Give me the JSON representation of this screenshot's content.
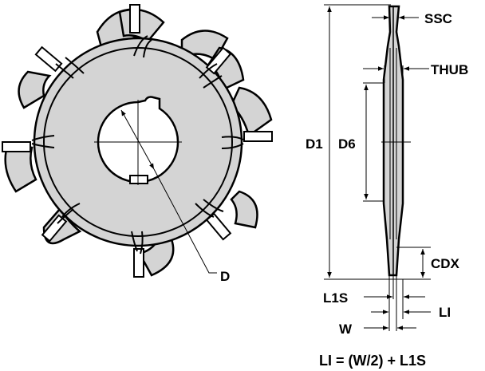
{
  "diagram": {
    "type": "technical-drawing",
    "subject": "Side-and-face milling cutter with indexable inserts",
    "front_view": {
      "insert_count": 8,
      "labels": {
        "diameter": "D"
      }
    },
    "side_view": {
      "labels": {
        "ssc": "SSC",
        "thub": "THUB",
        "d1": "D1",
        "d6": "D6",
        "cdx": "CDX",
        "l1s": "L1S",
        "li": "LI",
        "w": "W"
      }
    },
    "formula": "LI = (W/2) + L1S",
    "colors": {
      "body_fill": "#d4d4d4",
      "line": "#000000",
      "background": "#ffffff"
    }
  }
}
